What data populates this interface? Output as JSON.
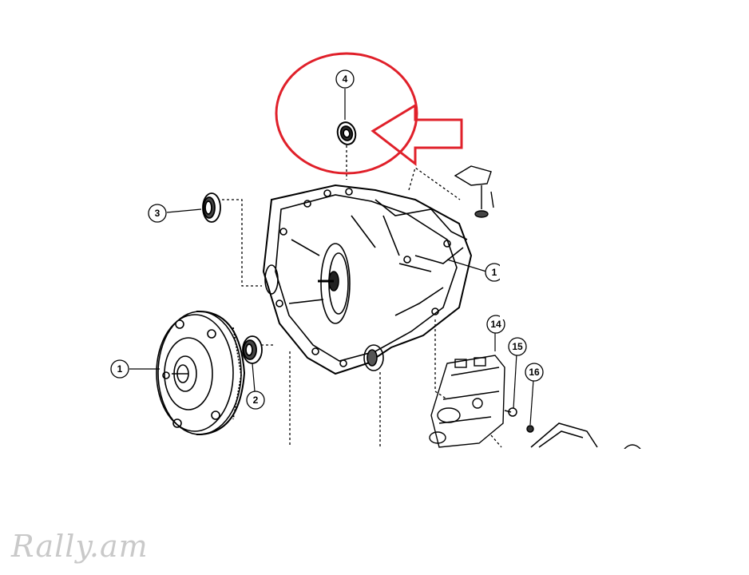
{
  "diagram": {
    "callouts": [
      {
        "id": "c1",
        "label": "1"
      },
      {
        "id": "c2",
        "label": "2"
      },
      {
        "id": "c3",
        "label": "3"
      },
      {
        "id": "c4",
        "label": "4"
      },
      {
        "id": "c14",
        "label": "14"
      },
      {
        "id": "c15",
        "label": "15"
      },
      {
        "id": "c16",
        "label": "16"
      },
      {
        "id": "c1b",
        "label": "1"
      }
    ],
    "highlight_color": "#e0202a",
    "line_color": "#000000"
  },
  "watermark": {
    "text": "Rally.am",
    "color": "#c9c9c9"
  }
}
